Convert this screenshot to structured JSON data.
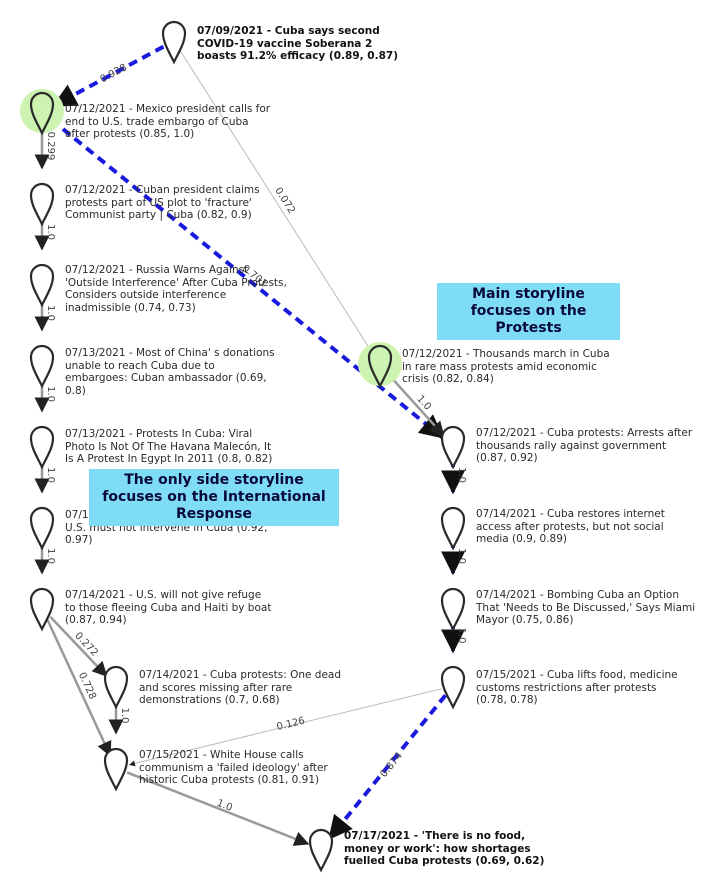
{
  "callouts": {
    "main": "Main storyline focuses on the Protests",
    "side": "The only side storyline focuses on the International Response"
  },
  "colors": {
    "main_edge": "#1a1adf",
    "side_edge": "#999999",
    "highlight": "#cdf3b0",
    "callout_bg": "#7fdcf7"
  },
  "nodes": [
    {
      "id": "n1",
      "label": "07/09/2021 - Cuba says second COVID-19 vaccine Soberana 2 boasts 91.2% efficacy (0.89, 0.87)",
      "bold": true,
      "highlight": false
    },
    {
      "id": "n2",
      "label": "07/12/2021 - Mexico president calls for end to U.S. trade embargo of Cuba after protests (0.85, 1.0)",
      "bold": false,
      "highlight": true
    },
    {
      "id": "n3",
      "label": "07/12/2021 - Cuban president claims protests part of US plot to 'fracture' Communist party | Cuba (0.82, 0.9)",
      "bold": false,
      "highlight": false
    },
    {
      "id": "n4",
      "label": "07/12/2021 - Russia Warns Against 'Outside Interference' After Cuba Protests, Considers outside interference inadmissible (0.74, 0.73)",
      "bold": false,
      "highlight": false
    },
    {
      "id": "n5",
      "label": "07/13/2021 - Most of China' s donations unable to reach Cuba due to embargoes: Cuban ambassador (0.69, 0.8)",
      "bold": false,
      "highlight": false
    },
    {
      "id": "n6",
      "label": "07/13/2021 - Protests In Cuba: Viral Photo Is Not Of The Havana Malecón, It Is A Protest In Egypt In 2011 (0.8, 0.82)",
      "bold": false,
      "highlight": false
    },
    {
      "id": "n7",
      "label": "07/13/2021 - Russia, China, Iran warn U.S. must not intervene in Cuba (0.92, 0.97)",
      "bold": false,
      "highlight": false
    },
    {
      "id": "n8",
      "label": "07/14/2021 - U.S. will not give refuge to those fleeing Cuba and Haiti by boat (0.87, 0.94)",
      "bold": false,
      "highlight": false
    },
    {
      "id": "n9",
      "label": "07/14/2021 - Cuba protests: One dead and scores missing after rare demonstrations (0.7, 0.68)",
      "bold": false,
      "highlight": false
    },
    {
      "id": "n10",
      "label": "07/15/2021 - White House calls communism a 'failed ideology' after historic Cuba protests (0.81, 0.91)",
      "bold": false,
      "highlight": false
    },
    {
      "id": "n11",
      "label": "07/12/2021 - Thousands march in Cuba in rare mass protests amid economic crisis (0.82, 0.84)",
      "bold": false,
      "highlight": true
    },
    {
      "id": "n12",
      "label": "07/12/2021 - Cuba protests: Arrests after thousands rally against government (0.87, 0.92)",
      "bold": false,
      "highlight": false
    },
    {
      "id": "n13",
      "label": "07/14/2021 - Cuba restores internet access after protests, but not social media (0.9, 0.89)",
      "bold": false,
      "highlight": false
    },
    {
      "id": "n14",
      "label": "07/14/2021 - Bombing Cuba an Option That 'Needs to Be Discussed,' Says Miami Mayor (0.75, 0.86)",
      "bold": false,
      "highlight": false
    },
    {
      "id": "n15",
      "label": "07/15/2021 - Cuba lifts food, medicine customs restrictions after protests (0.78, 0.78)",
      "bold": false,
      "highlight": false
    },
    {
      "id": "n16",
      "label": "07/17/2021 - 'There is no food, money or work': how shortages fuelled Cuba protests (0.69, 0.62)",
      "bold": true,
      "highlight": false
    }
  ],
  "edges": [
    {
      "from": "n1",
      "to": "n2",
      "label": "0.928",
      "style": "main"
    },
    {
      "from": "n1",
      "to": "n11",
      "label": "0.072",
      "style": "thin"
    },
    {
      "from": "n2",
      "to": "n3",
      "label": "0.299",
      "style": "side"
    },
    {
      "from": "n2",
      "to": "n12",
      "label": "0.701",
      "style": "main"
    },
    {
      "from": "n3",
      "to": "n4",
      "label": "1.0",
      "style": "side"
    },
    {
      "from": "n4",
      "to": "n5",
      "label": "1.0",
      "style": "side"
    },
    {
      "from": "n5",
      "to": "n6",
      "label": "1.0",
      "style": "side"
    },
    {
      "from": "n6",
      "to": "n7",
      "label": "1.0",
      "style": "side"
    },
    {
      "from": "n7",
      "to": "n8",
      "label": "1.0",
      "style": "side"
    },
    {
      "from": "n8",
      "to": "n9",
      "label": "0.272",
      "style": "side"
    },
    {
      "from": "n8",
      "to": "n10",
      "label": "0.728",
      "style": "side"
    },
    {
      "from": "n9",
      "to": "n10",
      "label": "1.0",
      "style": "side"
    },
    {
      "from": "n10",
      "to": "n16",
      "label": "1.0",
      "style": "side"
    },
    {
      "from": "n11",
      "to": "n12",
      "label": "1.0",
      "style": "side"
    },
    {
      "from": "n12",
      "to": "n13",
      "label": "1.0",
      "style": "main"
    },
    {
      "from": "n13",
      "to": "n14",
      "label": "1.0",
      "style": "main"
    },
    {
      "from": "n14",
      "to": "n15",
      "label": "1.0",
      "style": "main"
    },
    {
      "from": "n15",
      "to": "n10",
      "label": "0.126",
      "style": "thin"
    },
    {
      "from": "n15",
      "to": "n16",
      "label": "0.874",
      "style": "main"
    }
  ]
}
